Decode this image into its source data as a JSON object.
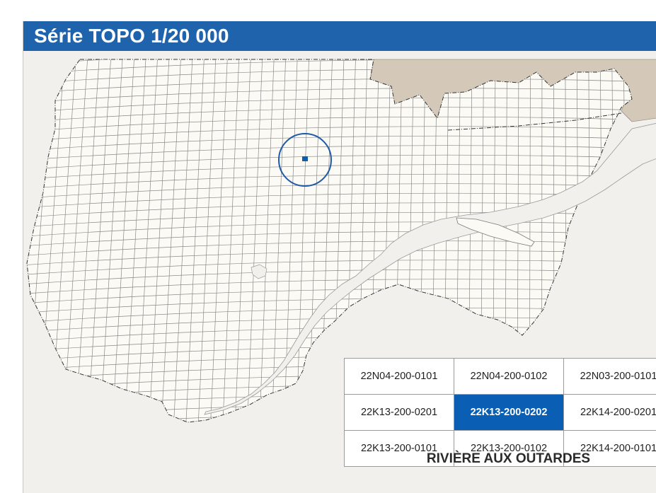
{
  "title": "Série TOPO 1/20 000",
  "map_name": "RIVIÈRE AUX OUTARDES",
  "current_sheet": "22K13-200-0202",
  "sheet_grid": [
    [
      "22N04-200-0101",
      "22N04-200-0102",
      "22N03-200-0101"
    ],
    [
      "22K13-200-0201",
      "22K13-200-0202",
      "22K14-200-0201"
    ],
    [
      "22K13-200-0101",
      "22K13-200-0102",
      "22K14-200-0101"
    ]
  ],
  "colors": {
    "title_bar": "#2063ad",
    "current_sheet": "#0a5fb4",
    "land": "#fbfaf4",
    "neighbour_territory": "#d4c8b8",
    "water": "#f1f0ec",
    "grid_lines": "#8a8a8a",
    "locator_circle": "#1f5aa8"
  },
  "map_features": {
    "territory": "index-map-of-quebec-sheets",
    "neighbour_region": "labrador-shaded",
    "river": "saint-lawrence",
    "locator": "circle-with-square-marker"
  }
}
